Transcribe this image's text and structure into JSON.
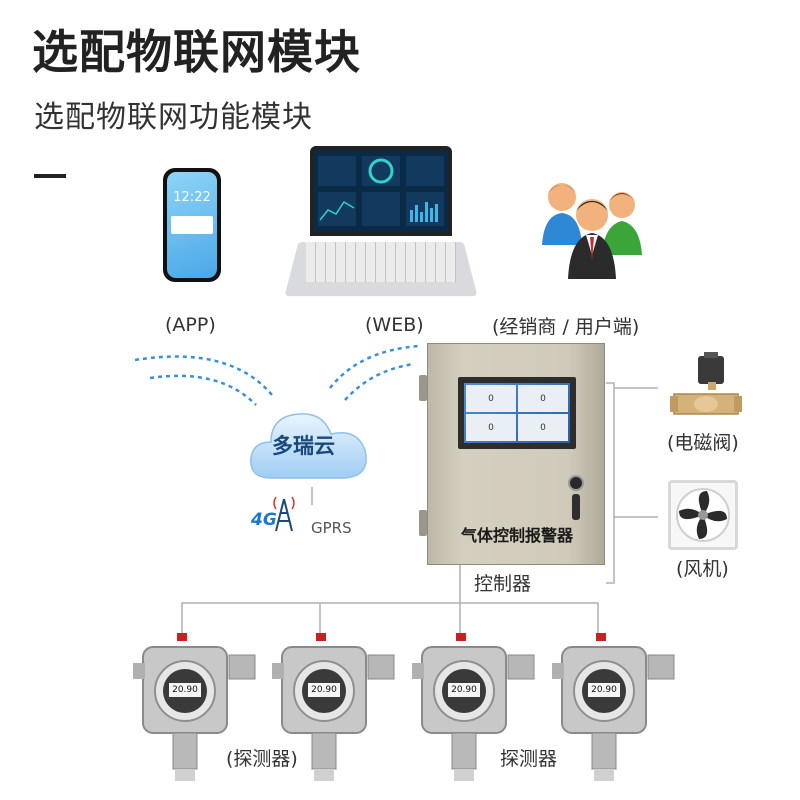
{
  "header": {
    "title": "选配物联网模块",
    "subtitle": "选配物联网功能模块"
  },
  "clients": {
    "app_label": "(APP)",
    "web_label": "(WEB)",
    "users_label": "(经销商 / 用户端)",
    "phone_time": "12:22"
  },
  "cloud": {
    "name": "多瑞云",
    "signal_badge": "4G",
    "network": "GPRS"
  },
  "controller": {
    "panel_name": "气体控制报警器",
    "label": "控制器",
    "screen_cells": [
      "0",
      "0",
      "0",
      "0"
    ]
  },
  "outputs": {
    "valve_label": "(电磁阀)",
    "fan_label": "(风机)"
  },
  "detectors": {
    "readouts": [
      "20.90",
      "20.90",
      "20.90",
      "20.90"
    ],
    "label_left": "(探测器)",
    "label_right": "探测器"
  },
  "colors": {
    "wifi_arc": "#3a8fd8",
    "wire": "#b0b0b0",
    "cloud": "#cfe6fb"
  }
}
